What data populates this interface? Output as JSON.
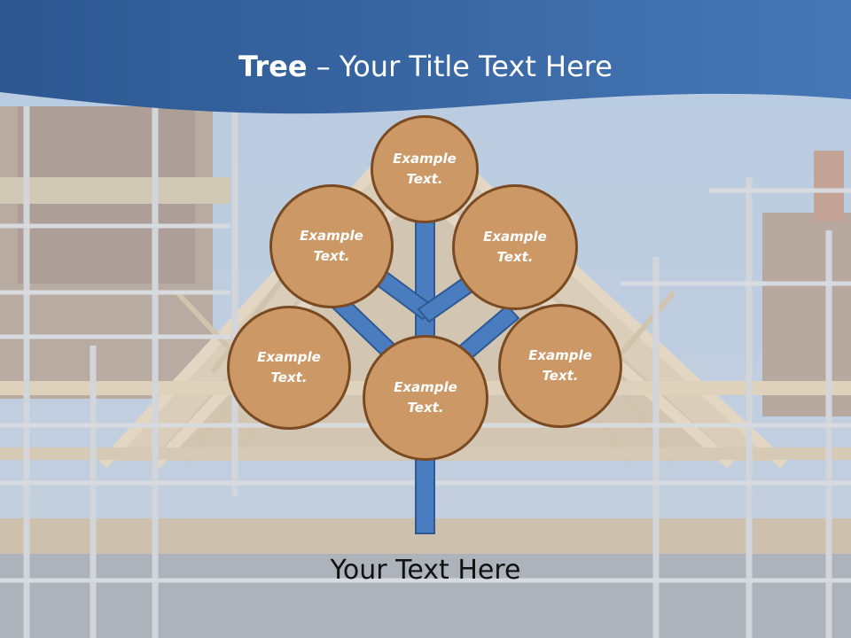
{
  "slide": {
    "title_bold": "Tree",
    "title_rest": " – Your Title Text Here",
    "footer_text": "Your Text Here"
  },
  "tree": {
    "nodes": [
      {
        "id": "top",
        "line1": "Example",
        "line2": "Text."
      },
      {
        "id": "upper-left",
        "line1": "Example",
        "line2": "Text."
      },
      {
        "id": "upper-right",
        "line1": "Example",
        "line2": "Text."
      },
      {
        "id": "lower-left",
        "line1": "Example",
        "line2": "Text."
      },
      {
        "id": "lower-right",
        "line1": "Example",
        "line2": "Text."
      },
      {
        "id": "center",
        "line1": "Example",
        "line2": "Text."
      }
    ]
  },
  "colors": {
    "header_blue": "#2f5d96",
    "header_blue_light": "#4a7ab8",
    "trunk_blue": "#4a7cc0",
    "trunk_outline": "#2d5a94",
    "node_fill": "#cc9966",
    "node_border": "#7a4a22",
    "sky": "#a7bfd9"
  }
}
